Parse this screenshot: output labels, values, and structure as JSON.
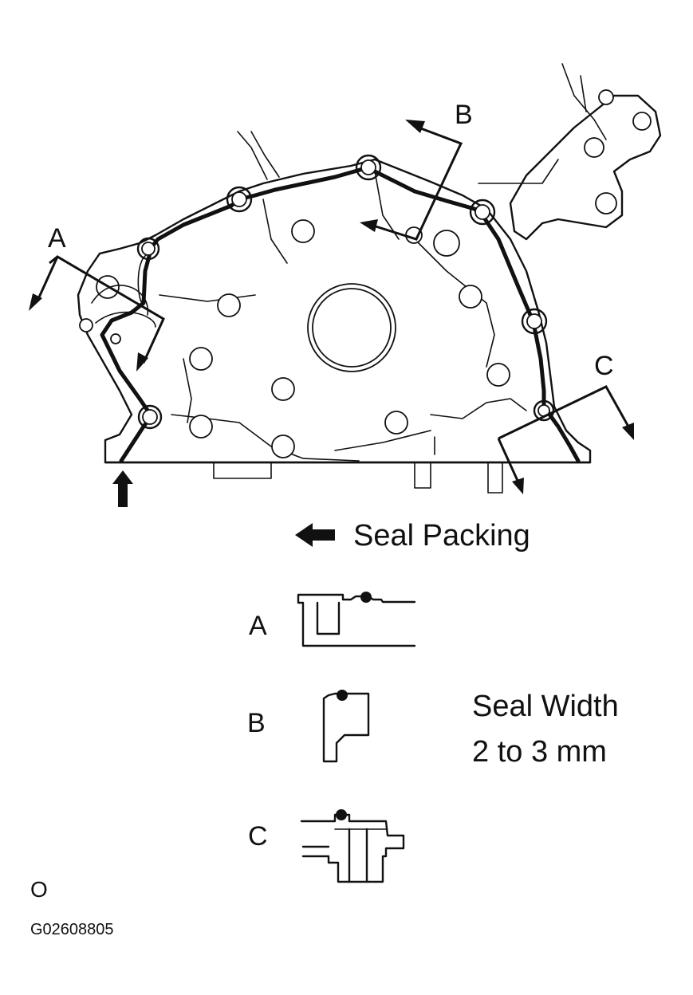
{
  "labels": {
    "section_a": "A",
    "section_b": "B",
    "section_c": "C"
  },
  "legend": {
    "seal_packing": "Seal Packing"
  },
  "details": {
    "a": "A",
    "b": "B",
    "c": "C"
  },
  "note": {
    "line1": "Seal Width",
    "line2": "2 to 3 mm"
  },
  "footer": {
    "mark": "O",
    "figure_id": "G02608805"
  }
}
